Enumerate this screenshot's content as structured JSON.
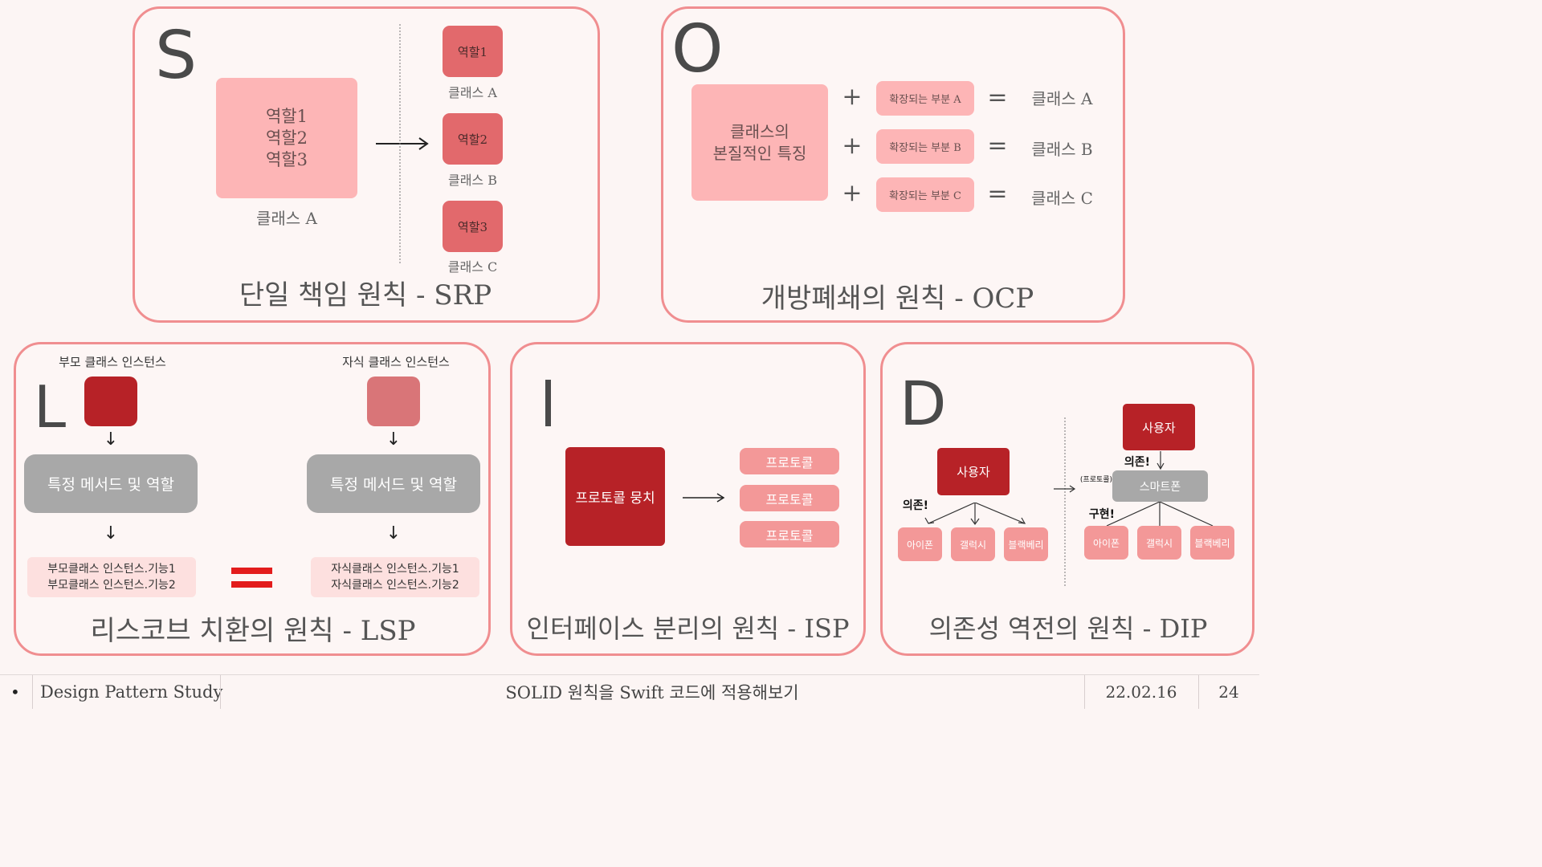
{
  "srp": {
    "letter": "S",
    "box_lines": [
      "역할1",
      "역할2",
      "역할3"
    ],
    "box_caption": "클래스 A",
    "items": [
      {
        "label": "역할1",
        "caption": "클래스 A"
      },
      {
        "label": "역할2",
        "caption": "클래스 B"
      },
      {
        "label": "역할3",
        "caption": "클래스 C"
      }
    ],
    "title": "단일 책임 원칙 - SRP"
  },
  "ocp": {
    "letter": "O",
    "core_lines": [
      "클래스의",
      "본질적인 특징"
    ],
    "rows": [
      {
        "plus": "+",
        "ext": "확장되는 부분 A",
        "eq": "=",
        "result": "클래스 A"
      },
      {
        "plus": "+",
        "ext": "확장되는 부분 B",
        "eq": "=",
        "result": "클래스 B"
      },
      {
        "plus": "+",
        "ext": "확장되는 부분 C",
        "eq": "=",
        "result": "클래스 C"
      }
    ],
    "title": "개방폐쇄의 원칙 - OCP"
  },
  "lsp": {
    "letter": "L",
    "left": {
      "header": "부모 클래스 인스턴스",
      "method": "특정 메서드 및 역할",
      "results": [
        "부모클래스 인스턴스.기능1",
        "부모클래스 인스턴스.기능2"
      ]
    },
    "right": {
      "header": "자식 클래스 인스턴스",
      "method": "특정 메서드 및 역할",
      "results": [
        "자식클래스 인스턴스.기능1",
        "자식클래스 인스턴스.기능2"
      ]
    },
    "arrow": "↓",
    "title": "리스코브 치환의 원칙 - LSP"
  },
  "isp": {
    "letter": "I",
    "bundle": "프로토콜 뭉치",
    "protocols": [
      "프로토콜",
      "프로토콜",
      "프로토콜"
    ],
    "title": "인터페이스 분리의 원칙 - ISP"
  },
  "dip": {
    "letter": "D",
    "left": {
      "user": "사용자",
      "depend": "의존!",
      "phones": [
        "아이폰",
        "갤럭시",
        "블랙베리"
      ]
    },
    "right": {
      "user": "사용자",
      "depend": "의존!",
      "protocol_tag": "(프로토콜)",
      "abstract": "스마트폰",
      "implement": "구현!",
      "phones": [
        "아이폰",
        "갤럭시",
        "블랙베리"
      ]
    },
    "title": "의존성 역전의 원칙 - DIP"
  },
  "footer": {
    "bullet": "•",
    "study": "Design Pattern Study",
    "subject": "SOLID 원칙을 Swift 코드에 적용해보기",
    "date": "22.02.16",
    "page": "24"
  },
  "colors": {
    "border": "#f08e90",
    "pink_light": "#fdb5b6",
    "pink_mid": "#e2696c",
    "red_dark": "#b72227",
    "gray": "#a8a8a8"
  }
}
